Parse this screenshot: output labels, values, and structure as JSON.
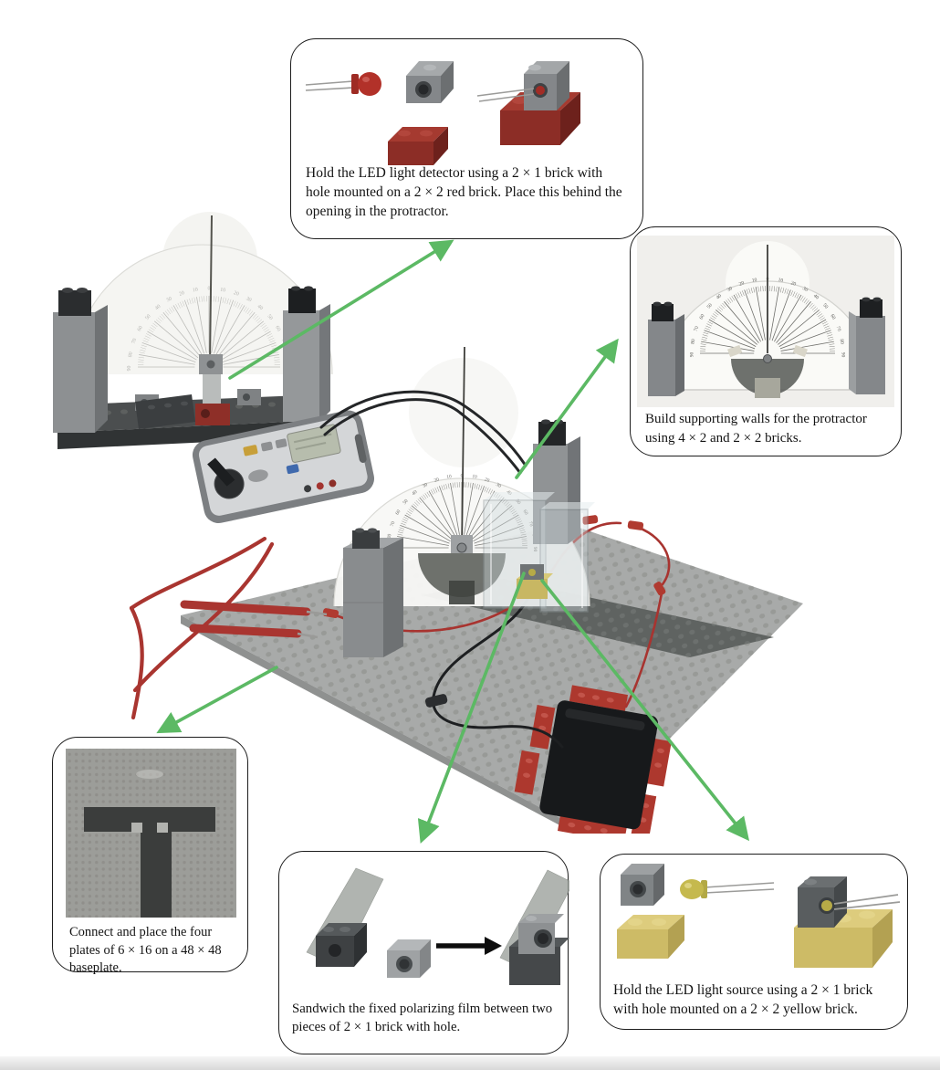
{
  "figure": {
    "callouts": {
      "detector": {
        "text": "Hold the LED light detector using a 2 × 1 brick with hole mounted on a 2 × 2 red brick. Place this behind the opening in the protractor."
      },
      "walls": {
        "text": "Build supporting walls for the protractor using 4 × 2 and 2 × 2 bricks."
      },
      "baseplate": {
        "text": "Connect and place the four plates of 6 × 16 on a 48 × 48 baseplate."
      },
      "film": {
        "text": "Sandwich the fixed polarizing film between two pieces of 2 × 1 brick with hole."
      },
      "source": {
        "text": "Hold the LED light source using a 2 × 1 brick with hole mounted on a 2 × 2 yellow brick."
      }
    },
    "protractor_labels": [
      "0",
      "10",
      "20",
      "30",
      "40",
      "50",
      "60",
      "70",
      "80",
      "90"
    ],
    "colors": {
      "arrow_green": "#5cb964",
      "box_border": "#1d1d1d",
      "red_brick": "#8c2d26",
      "yellow_brick": "#cdbb66",
      "gray_brick": "#84878a",
      "baseplate_gray": "#a8aaa9",
      "dark_plate": "#5f6361"
    }
  }
}
